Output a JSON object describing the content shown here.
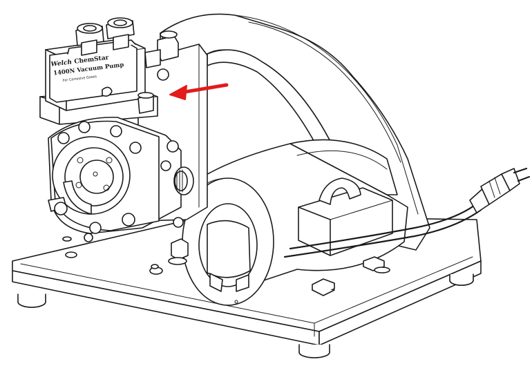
{
  "label": {
    "brand": "Welch",
    "model_name": "ChemStar",
    "model_line": "1400N Vacuum Pump",
    "note": "For Corrosive Gases"
  },
  "colors": {
    "arrow": "#e21b1b",
    "line": "#1a1a1a",
    "background": "#ffffff"
  }
}
